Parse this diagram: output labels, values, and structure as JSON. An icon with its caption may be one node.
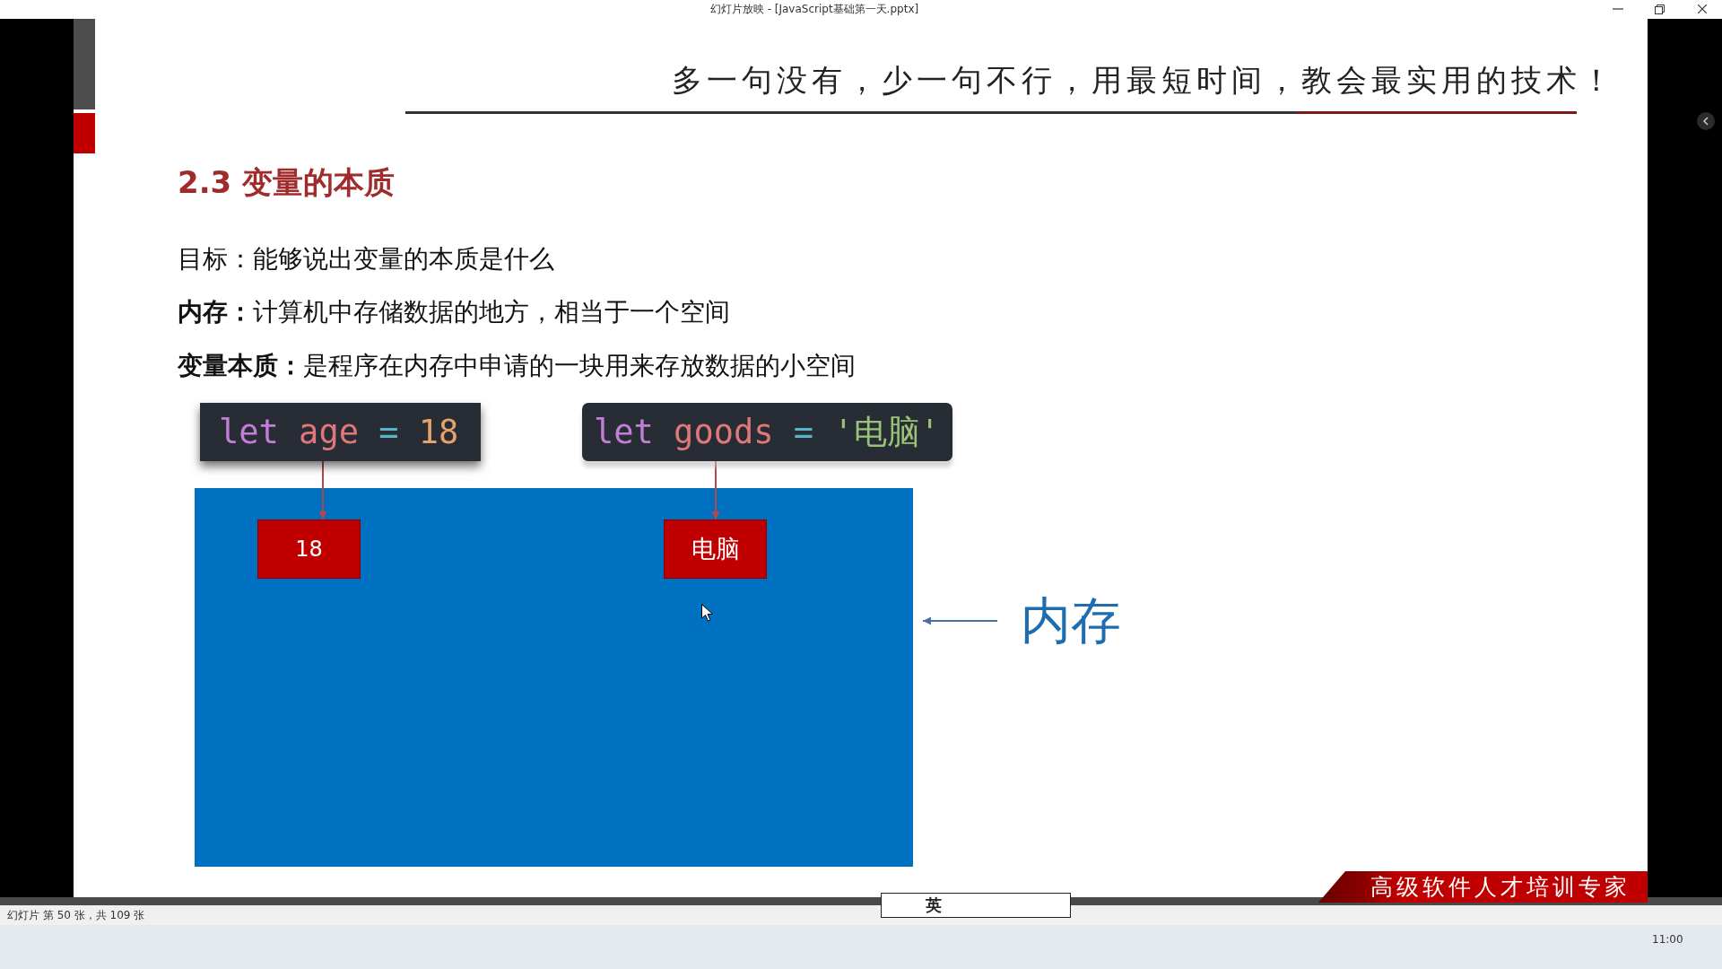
{
  "diagram": {
    "title": "2.3 变量的本质",
    "nodes": [
      {
        "text": [
          "let age = 18"
        ]
      },
      {
        "text": [
          "let goods = '电脑'"
        ]
      },
      {
        "text": [],
        "shape": "box"
      },
      {
        "text": [
          "18"
        ],
        "in": 2
      },
      {
        "text": [
          "电脑"
        ],
        "in": 2
      },
      {
        "text": [
          "内存"
        ]
      }
    ],
    "edges": [
      {
        "from": 0,
        "to": 3,
        "arrow": "to"
      },
      {
        "from": 1,
        "to": 4,
        "arrow": "to"
      },
      {
        "from": 5,
        "to": 2,
        "arrow": "to",
        "color": "#4a6fa5"
      }
    ],
    "labels": [
      "幻灯片放映 - [JavaScript基础第一天.pptx]",
      "多一句没有，少一句不行，用最短时间，教会最实用的技术！",
      "目标：能够说出变量的本质是什么",
      "**内存：**计算机中存储数据的地方，相当于一个空间",
      "**变量本质：**是程序在内存中申请的一块用来存放数据的小空间",
      "高级软件人才培训专家",
      "幻灯片 第 50 张，共 109 张",
      "英",
      "11:00"
    ]
  }
}
